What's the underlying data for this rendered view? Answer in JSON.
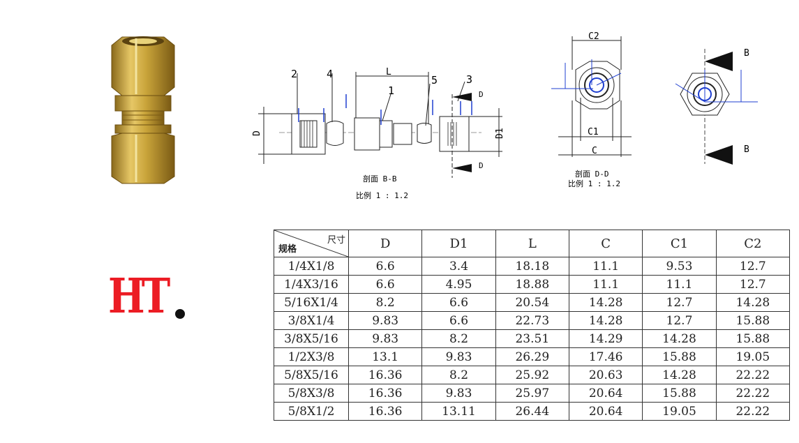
{
  "brand": {
    "logo_text": "HT"
  },
  "section_bb": {
    "caption": "剖面 B-B",
    "scale": "比例 1 : 1.2"
  },
  "section_dd": {
    "caption": "剖面 D-D",
    "scale": "比例 1 : 1.2"
  },
  "labels": {
    "d": "D",
    "d1": "D1",
    "l": "L",
    "c": "C",
    "c1": "C1",
    "c2": "C2",
    "b": "B",
    "n1": "1",
    "n2": "2",
    "n3": "3",
    "n4": "4",
    "n5": "5"
  },
  "table": {
    "corner_top": "尺寸",
    "corner_bottom": "规格",
    "headers": [
      "D",
      "D1",
      "L",
      "C",
      "C1",
      "C2"
    ],
    "rows": [
      [
        "1/4X1/8",
        "6.6",
        "3.4",
        "18.18",
        "11.1",
        "9.53",
        "12.7"
      ],
      [
        "1/4X3/16",
        "6.6",
        "4.95",
        "18.88",
        "11.1",
        "11.1",
        "12.7"
      ],
      [
        "5/16X1/4",
        "8.2",
        "6.6",
        "20.54",
        "14.28",
        "12.7",
        "14.28"
      ],
      [
        "3/8X1/4",
        "9.83",
        "6.6",
        "22.73",
        "14.28",
        "12.7",
        "15.88"
      ],
      [
        "3/8X5/16",
        "9.83",
        "8.2",
        "23.51",
        "14.29",
        "14.28",
        "15.88"
      ],
      [
        "1/2X3/8",
        "13.1",
        "9.83",
        "26.29",
        "17.46",
        "15.88",
        "19.05"
      ],
      [
        "5/8X5/16",
        "16.36",
        "8.2",
        "25.92",
        "20.63",
        "14.28",
        "22.22"
      ],
      [
        "5/8X3/8",
        "16.36",
        "9.83",
        "25.97",
        "20.64",
        "15.88",
        "22.22"
      ],
      [
        "5/8X1/2",
        "16.36",
        "13.11",
        "26.44",
        "20.64",
        "19.05",
        "22.22"
      ]
    ]
  },
  "colors": {
    "brand_red": "#ec1c24",
    "brass": "#c9a43a",
    "dim_blue": "#1f3fd0"
  }
}
